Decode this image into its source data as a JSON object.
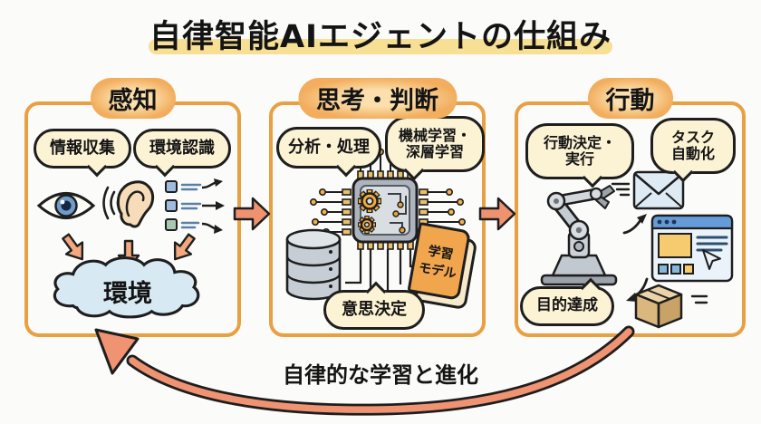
{
  "title": "自律智能AIエジェントの仕組み",
  "panels": [
    {
      "header": "感知",
      "bubble_left": "情報収集",
      "bubble_right": "環境認識",
      "center_label": "環境",
      "icons": [
        "eye-icon",
        "ear-icon",
        "data-stream-icon",
        "down-arrow-icon",
        "cloud-shape"
      ]
    },
    {
      "header": "思考・判断",
      "bubble_left": "分析・処理",
      "bubble_right": "機械学習・\n深層学習",
      "book_label": "学習\nモデル",
      "bottom_bubble": "意思決定",
      "icons": [
        "cpu-chip-icon",
        "gear-icon",
        "database-icon",
        "book-icon"
      ]
    },
    {
      "header": "行動",
      "bubble_left": "行動決定・\n実行",
      "bubble_right": "タスク\n自動化",
      "bottom_bubble": "目的達成",
      "icons": [
        "robot-arm-icon",
        "envelope-icon",
        "browser-window-icon",
        "cursor-icon",
        "package-box-icon",
        "speed-lines-icon"
      ]
    }
  ],
  "feedback_label": "自律的な学習と進化",
  "flow_icons": [
    "right-block-arrow",
    "right-block-arrow",
    "feedback-curve-arrow"
  ],
  "colors": {
    "panel_border": "#E8A043",
    "badge_fill": "#F2AE5E",
    "bubble_fill": "#FCF3D4",
    "block_arrow": "#EE9270",
    "cloud_fill": "#D7E9F2",
    "chip_gray": "#B9BFC7",
    "gear_orange": "#F2AC3F",
    "book_cover": "#F1A64E",
    "title_highlight": "#F7DF94",
    "feedback_arrow": "#F09372"
  }
}
